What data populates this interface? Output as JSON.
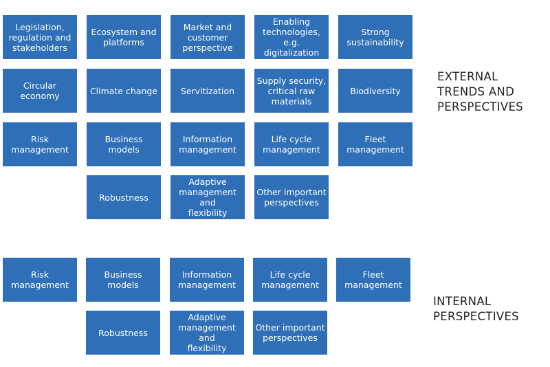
{
  "external": {
    "label": "EXTERNAL\nTRENDS AND\nPERSPECTIVES",
    "boxes": [
      "Legislation,\nregulation and\nstakeholders",
      "Ecosystem and\nplatforms",
      "Market and\ncustomer\nperspective",
      "Enabling\ntechnologies, e.g.\ndigitalization",
      "Strong\nsustainability",
      "Circular economy",
      "Climate change",
      "Servitization",
      "Supply security,\ncritical raw\nmaterials",
      "Biodiversity",
      "Risk management",
      "Business models",
      "Information\nmanagement",
      "Life cycle\nmanagement",
      "Fleet\nmanagement",
      "Robustness",
      "Adaptive\nmanagement and\nflexibility",
      "Other important\nperspectives"
    ]
  },
  "internal": {
    "label": "INTERNAL\nPERSPECTIVES",
    "boxes": [
      "Risk management",
      "Business models",
      "Information\nmanagement",
      "Life cycle\nmanagement",
      "Fleet\nmanagement",
      "Robustness",
      "Adaptive\nmanagement and\nflexibility",
      "Other important\nperspectives"
    ]
  },
  "colors": {
    "box_fill": "#2e6fb7",
    "box_text": "#ffffff",
    "label_text": "#222222"
  }
}
